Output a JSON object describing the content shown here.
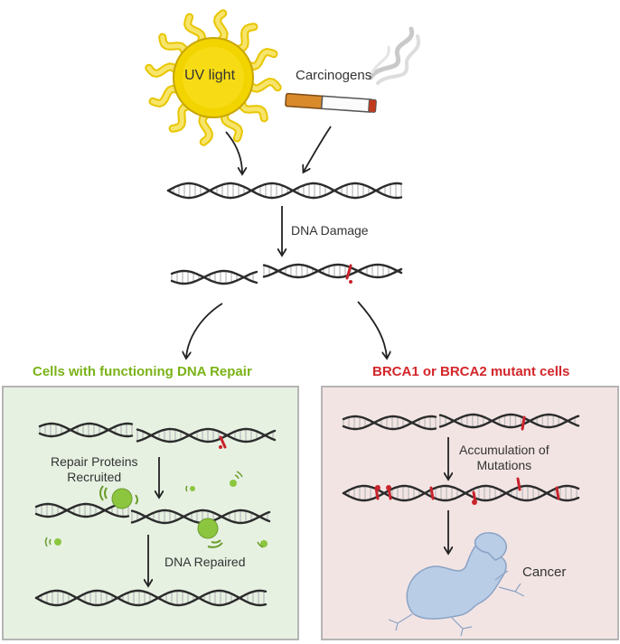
{
  "sources": {
    "uv_label": "UV light",
    "carcinogens_label": "Carcinogens"
  },
  "damage_step": {
    "label": "DNA Damage"
  },
  "repair_panel": {
    "heading": "Cells with functioning DNA Repair",
    "heading_color": "#7ab317",
    "background": "#e6f1e2",
    "recruit_label_line1": "Repair Proteins",
    "recruit_label_line2": "Recruited",
    "repaired_label": "DNA Repaired",
    "protein_color": "#8cc63f"
  },
  "mutant_panel": {
    "heading": "BRCA1 or BRCA2 mutant cells",
    "heading_color": "#d3262a",
    "background": "#f3e4e4",
    "accumulation_line1": "Accumulation of",
    "accumulation_line2": "Mutations",
    "cancer_label": "Cancer",
    "cell_color": "#b9cde7"
  },
  "colors": {
    "dna_strand": "#2b2b2b",
    "damage": "#c8232c",
    "sun": "#f2d400"
  }
}
